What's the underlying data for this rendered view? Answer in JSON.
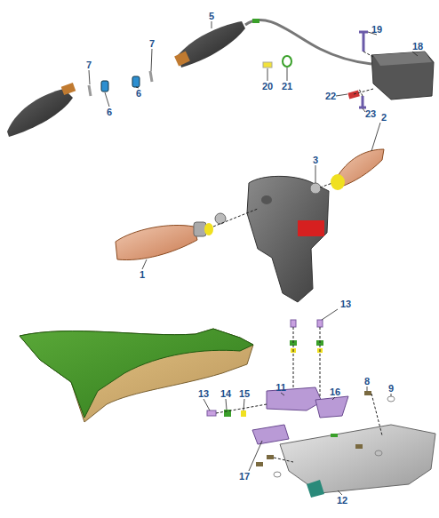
{
  "diagram": {
    "labels": [
      "5",
      "19",
      "18",
      "7",
      "7",
      "6",
      "6",
      "20",
      "21",
      "22",
      "23",
      "2",
      "3",
      "1",
      "13",
      "8",
      "9",
      "13",
      "14",
      "15",
      "11",
      "16",
      "17",
      "12"
    ]
  }
}
